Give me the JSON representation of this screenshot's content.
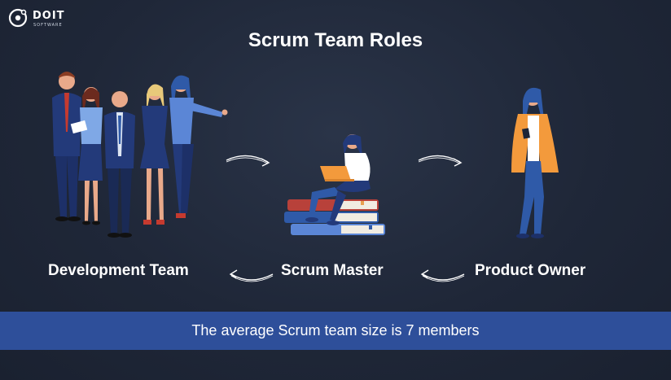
{
  "logo": {
    "name": "DOIT",
    "sub": "SOFTWARE"
  },
  "title": "Scrum Team Roles",
  "roles": [
    {
      "label": "Development Team"
    },
    {
      "label": "Scrum Master"
    },
    {
      "label": "Product Owner"
    }
  ],
  "banner": "The average Scrum team size is 7 members",
  "colors": {
    "background": "#1f2738",
    "banner": "#2e4f9a",
    "accent_orange": "#f39a3c",
    "navy_suit": "#233a7a",
    "light_blue": "#7fa8e6"
  },
  "icons": [
    "logo-mark-icon",
    "arrow-right-icon",
    "arrow-left-icon"
  ]
}
